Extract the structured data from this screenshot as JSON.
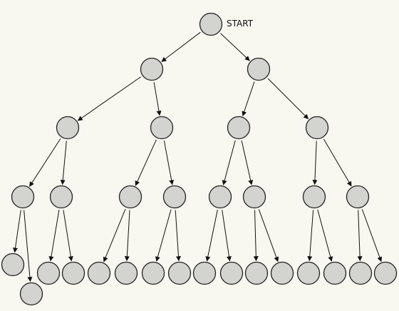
{
  "diagram": {
    "type": "tree",
    "root_label": "START",
    "colors": {
      "background": "#f8f7f0",
      "node_fill": "#d3d3cf",
      "node_stroke": "#222222",
      "edge": "#111111"
    },
    "nodes": [
      {
        "id": "n0"
      },
      {
        "id": "n1"
      },
      {
        "id": "n2"
      },
      {
        "id": "n3"
      },
      {
        "id": "n4"
      },
      {
        "id": "n5"
      },
      {
        "id": "n6"
      },
      {
        "id": "n7"
      },
      {
        "id": "n8"
      },
      {
        "id": "n9"
      },
      {
        "id": "n10"
      },
      {
        "id": "n11"
      },
      {
        "id": "n12"
      },
      {
        "id": "n13"
      },
      {
        "id": "n14"
      },
      {
        "id": "n15"
      },
      {
        "id": "n16"
      },
      {
        "id": "n17"
      },
      {
        "id": "n18"
      },
      {
        "id": "n19"
      },
      {
        "id": "n20"
      },
      {
        "id": "n21"
      },
      {
        "id": "n22"
      },
      {
        "id": "n23"
      },
      {
        "id": "n24"
      },
      {
        "id": "n25"
      },
      {
        "id": "n26"
      },
      {
        "id": "n27"
      },
      {
        "id": "n28"
      },
      {
        "id": "n29"
      },
      {
        "id": "n30"
      }
    ],
    "edges": [
      {
        "from": "n0",
        "to": "n1"
      },
      {
        "from": "n0",
        "to": "n2"
      },
      {
        "from": "n1",
        "to": "n3"
      },
      {
        "from": "n1",
        "to": "n4"
      },
      {
        "from": "n2",
        "to": "n5"
      },
      {
        "from": "n2",
        "to": "n6"
      },
      {
        "from": "n3",
        "to": "n7"
      },
      {
        "from": "n3",
        "to": "n8"
      },
      {
        "from": "n4",
        "to": "n9"
      },
      {
        "from": "n4",
        "to": "n10"
      },
      {
        "from": "n5",
        "to": "n11"
      },
      {
        "from": "n5",
        "to": "n12"
      },
      {
        "from": "n6",
        "to": "n13"
      },
      {
        "from": "n6",
        "to": "n14"
      },
      {
        "from": "n7",
        "to": "n15"
      },
      {
        "from": "n7",
        "to": "n16"
      },
      {
        "from": "n8",
        "to": "n17"
      },
      {
        "from": "n8",
        "to": "n18"
      },
      {
        "from": "n9",
        "to": "n19"
      },
      {
        "from": "n9",
        "to": "n20"
      },
      {
        "from": "n10",
        "to": "n21"
      },
      {
        "from": "n10",
        "to": "n22"
      },
      {
        "from": "n11",
        "to": "n23"
      },
      {
        "from": "n11",
        "to": "n24"
      },
      {
        "from": "n12",
        "to": "n25"
      },
      {
        "from": "n12",
        "to": "n26"
      },
      {
        "from": "n13",
        "to": "n27"
      },
      {
        "from": "n13",
        "to": "n28"
      },
      {
        "from": "n14",
        "to": "n29"
      },
      {
        "from": "n14",
        "to": "n30"
      }
    ]
  }
}
